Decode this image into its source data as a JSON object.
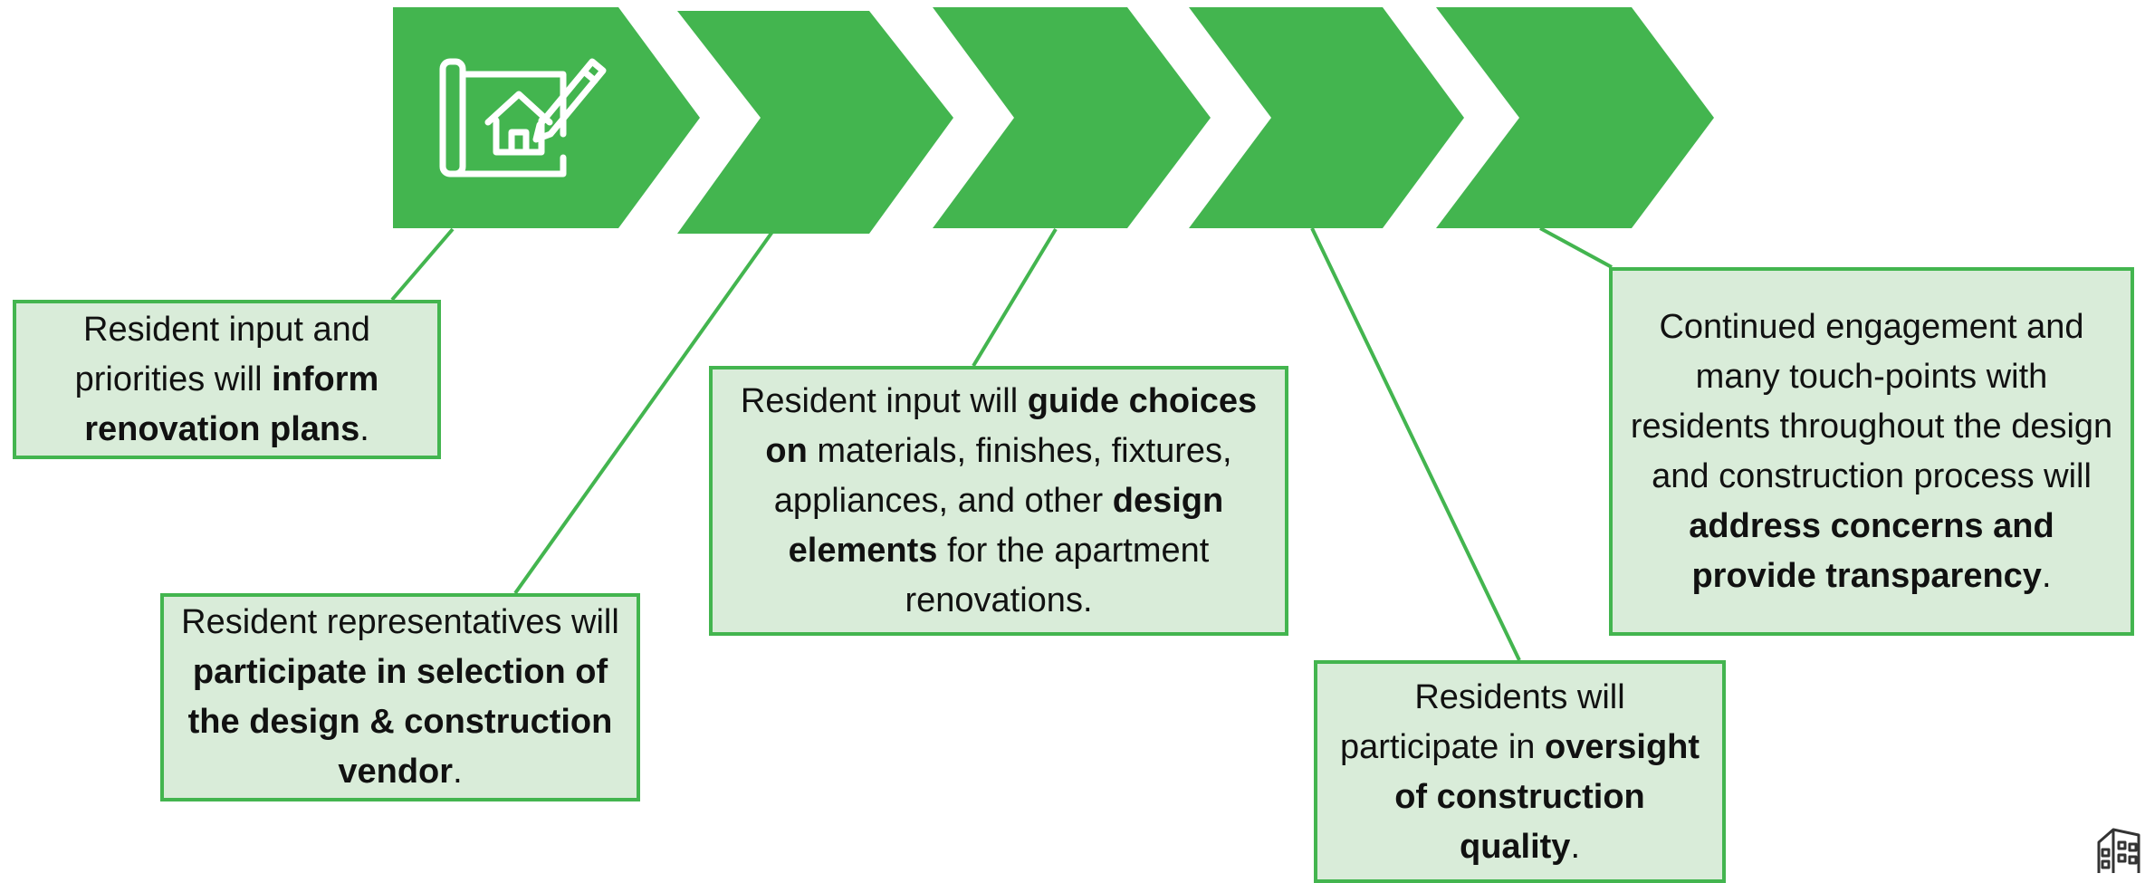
{
  "colors": {
    "chevron_fill": "#43b54f",
    "connector_line": "#43b54f",
    "box_fill": "#d9ecd9",
    "box_border": "#43b54f",
    "icon_stroke": "#ffffff",
    "text": "#111111"
  },
  "icons": {
    "step1": "blueprint-house-pencil-icon",
    "corner": "building-icon"
  },
  "steps": [
    {
      "segments": [
        {
          "text": "Resident input and priorities will ",
          "bold": false
        },
        {
          "text": "inform renovation plans",
          "bold": true
        },
        {
          "text": ".",
          "bold": false
        }
      ]
    },
    {
      "segments": [
        {
          "text": "Resident representatives will ",
          "bold": false
        },
        {
          "text": "participate in selection of the design & construction vendor",
          "bold": true
        },
        {
          "text": ".",
          "bold": false
        }
      ]
    },
    {
      "segments": [
        {
          "text": "Resident input will ",
          "bold": false
        },
        {
          "text": "guide choices on",
          "bold": true
        },
        {
          "text": " materials, finishes, fixtures, appliances, and other ",
          "bold": false
        },
        {
          "text": "design elements",
          "bold": true
        },
        {
          "text": " for the apartment renovations.",
          "bold": false
        }
      ]
    },
    {
      "segments": [
        {
          "text": "Residents will participate in ",
          "bold": false
        },
        {
          "text": "oversight of construction quality",
          "bold": true
        },
        {
          "text": ".",
          "bold": false
        }
      ]
    },
    {
      "segments": [
        {
          "text": "Continued engagement and many touch-points with residents throughout the design and construction process will ",
          "bold": false
        },
        {
          "text": "address concerns and provide transparency",
          "bold": true
        },
        {
          "text": ".",
          "bold": false
        }
      ]
    }
  ]
}
